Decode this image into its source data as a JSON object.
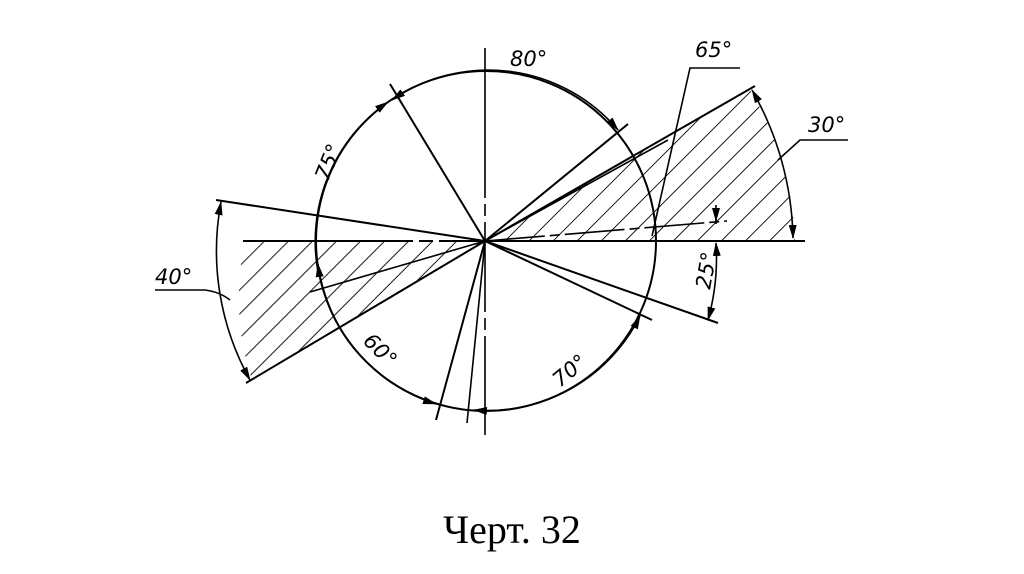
{
  "figure": {
    "caption": "Черт. 32",
    "angles": {
      "a80": "80°",
      "a65": "65°",
      "a30": "30°",
      "a75": "75°",
      "a40": "40°",
      "a25": "25°",
      "a60": "60°",
      "a70": "70°"
    }
  }
}
